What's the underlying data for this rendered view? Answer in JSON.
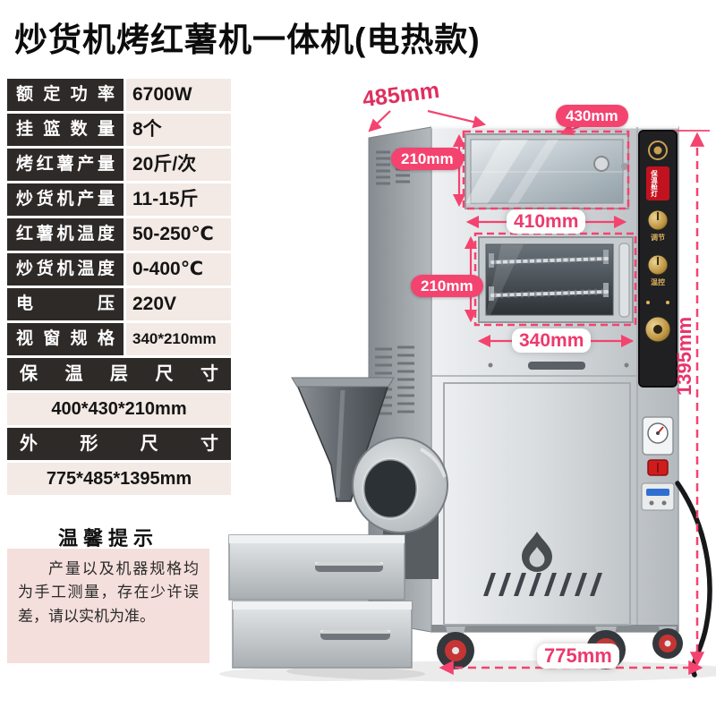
{
  "page": {
    "title": "炒货机烤红薯机一体机(电热款)"
  },
  "specs": {
    "rows": [
      {
        "label": "额定功率",
        "value": "6700W"
      },
      {
        "label": "挂篮数量",
        "value": "8个"
      },
      {
        "label": "烤红薯产量",
        "value": "20斤/次"
      },
      {
        "label": "炒货机产量",
        "value": "11-15斤"
      },
      {
        "label": "红薯机温度",
        "value": "50-250℃"
      },
      {
        "label": "炒货机温度",
        "value": "0-400℃"
      },
      {
        "label": "电压",
        "value": "220V"
      },
      {
        "label": "视窗规格",
        "value": "340*210mm"
      }
    ],
    "full_rows": [
      {
        "label": "保温层尺寸",
        "value": "400*430*210mm"
      },
      {
        "label": "外形尺寸",
        "value": "775*485*1395mm"
      }
    ]
  },
  "tips": {
    "title": "温馨提示",
    "body": "产量以及机器规格均为手工测量，存在少许误差，请以实机为准。"
  },
  "dimensions": {
    "top_depth": "485mm",
    "warmer_width": "430mm",
    "warmer_height": "210mm",
    "warmer_front_width": "410mm",
    "oven_window_height": "210mm",
    "oven_window_width": "340mm",
    "machine_height": "1395mm",
    "machine_width": "775mm"
  },
  "control_panel": {
    "badge": "保温舱灯",
    "knob_label_1": "调节",
    "knob_label_2": "温控"
  },
  "colors": {
    "accent_pink": "#f4436f",
    "label_bg": "#2e2a28",
    "value_bg": "#f3e9e5",
    "tips_bg": "#f4dfdc",
    "wheel_red": "#c73434"
  }
}
